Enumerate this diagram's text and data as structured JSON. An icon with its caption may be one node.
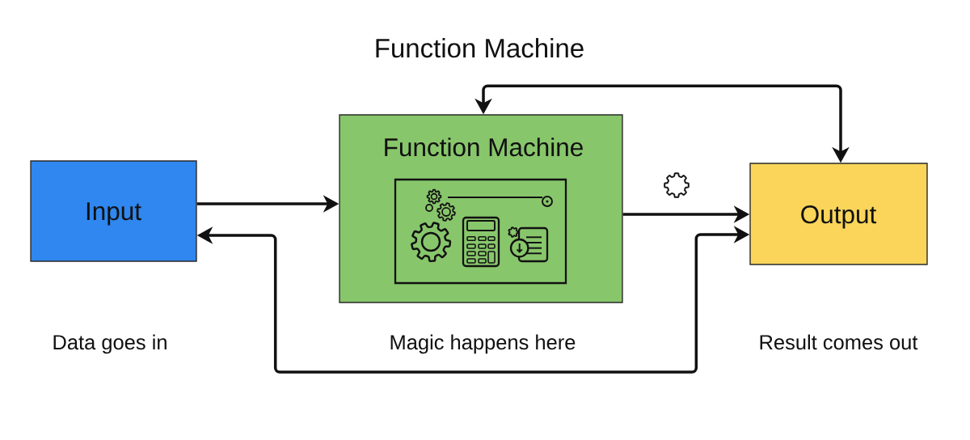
{
  "diagram": {
    "title": "Function Machine",
    "nodes": [
      {
        "text": [
          "Input"
        ],
        "beside": [
          "Data goes in"
        ]
      },
      {
        "text": [
          "Function Machine"
        ],
        "beside": [
          "Magic happens here"
        ]
      },
      {
        "text": [
          "Output"
        ],
        "beside": [
          "Result comes out"
        ]
      }
    ],
    "edges": [
      {
        "from": 0,
        "to": 1,
        "arrow": "to"
      },
      {
        "from": 1,
        "to": 2,
        "arrow": "to"
      },
      {
        "from": 1,
        "to": 2,
        "arrow": "both"
      },
      {
        "from": 0,
        "to": 2,
        "arrow": "both"
      }
    ]
  }
}
